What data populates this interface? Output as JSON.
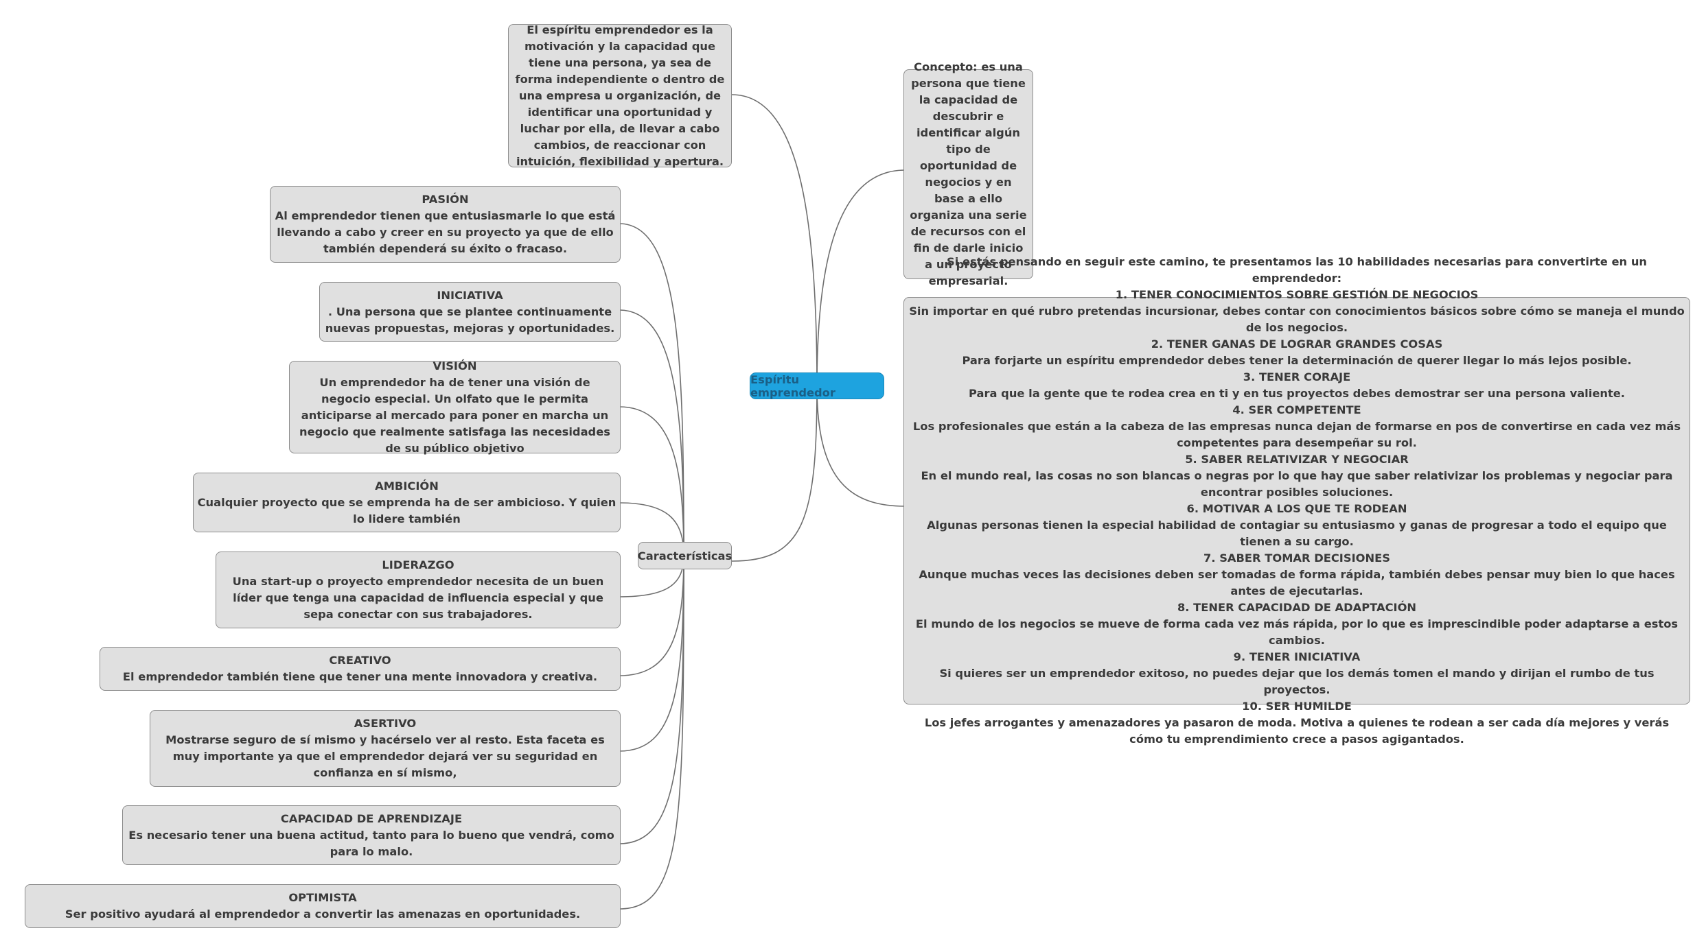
{
  "root": {
    "label": "Espíritu emprendedor"
  },
  "definition": "El espíritu emprendedor es la motivación y la capacidad que tiene una persona, ya sea de forma independiente o dentro de una empresa u organización, de identificar una oportunidad y luchar por ella, de llevar a cabo cambios, de reaccionar con intuición, flexibilidad y apertura.",
  "concept": "Concepto: es una persona que tiene la capacidad de descubrir e identificar algún tipo de oportunidad de negocios y en base a ello organiza una serie de recursos con el fin de darle inicio a un proyecto empresarial.",
  "characteristics": {
    "label": "Características",
    "items": [
      {
        "title": "PASIÓN",
        "body": "Al emprendedor tienen que entusiasmarle lo que está llevando a cabo y creer en su proyecto ya que de ello también dependerá su éxito o fracaso."
      },
      {
        "title": "INICIATIVA",
        "body": ". Una persona que se plantee continuamente nuevas propuestas, mejoras y oportunidades."
      },
      {
        "title": "VISIÓN",
        "body": "Un emprendedor ha de tener una visión de negocio especial. Un olfato que le permita anticiparse al mercado para poner en marcha un negocio que realmente satisfaga las necesidades de su público objetivo"
      },
      {
        "title": "AMBICIÓN",
        "body": "Cualquier proyecto que se emprenda ha de ser ambicioso. Y quien lo lidere también"
      },
      {
        "title": "LIDERAZGO",
        "body": "Una start-up o proyecto emprendedor necesita de un buen líder que tenga una capacidad de influencia especial y que sepa conectar con sus trabajadores."
      },
      {
        "title": "CREATIVO",
        "body": "El emprendedor también tiene que tener una mente innovadora y creativa."
      },
      {
        "title": "ASERTIVO",
        "body": "Mostrarse seguro de sí mismo y hacérselo ver al resto. Esta faceta es muy importante ya que el emprendedor dejará ver su seguridad en confianza en sí mismo,"
      },
      {
        "title": "CAPACIDAD DE APRENDIZAJE",
        "body": "Es necesario tener una buena actitud, tanto para lo bueno que vendrá, como para lo malo."
      },
      {
        "title": "OPTIMISTA",
        "body": "Ser positivo ayudará al emprendedor a convertir las amenazas en oportunidades."
      }
    ]
  },
  "skills": {
    "intro": "Si estás pensando en seguir este camino, te presentamos las 10 habilidades necesarias para convertirte en un emprendedor:",
    "items": [
      {
        "title": "1. TENER CONOCIMIENTOS SOBRE GESTIÓN DE NEGOCIOS",
        "body": "Sin importar en qué rubro pretendas incursionar, debes contar con conocimientos básicos sobre cómo se maneja el mundo de los negocios."
      },
      {
        "title": "2. TENER GANAS DE LOGRAR GRANDES COSAS",
        "body": "Para forjarte un espíritu emprendedor debes tener la determinación de querer llegar lo más lejos posible."
      },
      {
        "title": "3. TENER CORAJE",
        "body": "Para que la gente que te rodea crea en ti y en tus proyectos debes demostrar ser una persona valiente."
      },
      {
        "title": "4. SER COMPETENTE",
        "body": "Los profesionales que están a la cabeza de las empresas nunca dejan de formarse en pos de convertirse en cada vez más competentes para desempeñar su rol."
      },
      {
        "title": "5. SABER RELATIVIZAR Y NEGOCIAR",
        "body": "En el mundo real, las cosas no son blancas o negras por lo que hay que saber relativizar los problemas y negociar para encontrar posibles soluciones."
      },
      {
        "title": "6. MOTIVAR A LOS QUE TE RODEAN",
        "body": "Algunas personas tienen la especial habilidad de contagiar su entusiasmo y ganas de progresar a todo el equipo que tienen a su cargo."
      },
      {
        "title": "7. SABER TOMAR DECISIONES",
        "body": "Aunque muchas veces las decisiones deben ser tomadas de forma rápida, también debes pensar muy bien lo que haces antes de ejecutarlas."
      },
      {
        "title": "8. TENER CAPACIDAD DE ADAPTACIÓN",
        "body": "El mundo de los negocios se mueve de forma cada vez más rápida, por lo que es imprescindible poder adaptarse a estos cambios."
      },
      {
        "title": "9. TENER INICIATIVA",
        "body": "Si quieres ser un emprendedor exitoso, no puedes dejar que los demás tomen el mando y dirijan el rumbo de tus proyectos."
      },
      {
        "title": "10. SER HUMILDE",
        "body": "Los jefes arrogantes y amenazadores ya pasaron de moda. Motiva a quienes te rodean a ser cada día mejores y verás cómo tu emprendimiento crece a pasos agigantados."
      }
    ]
  }
}
